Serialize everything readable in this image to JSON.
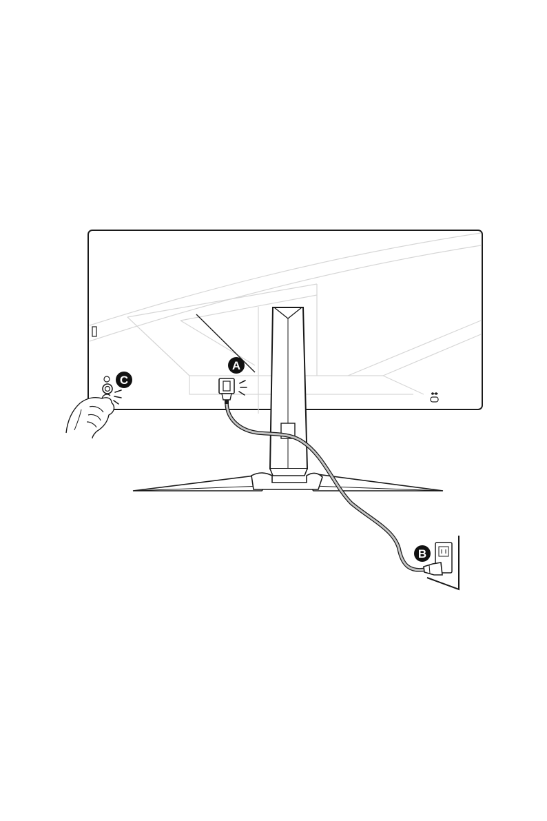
{
  "callouts": {
    "a": "A",
    "b": "B",
    "c": "C"
  },
  "icons": {
    "monitor": "monitor-rear-icon",
    "stand": "stand-icon",
    "power_connector": "power-connector-icon",
    "wall_outlet": "wall-outlet-icon",
    "plug": "plug-icon",
    "power_button": "power-button-icon",
    "hand": "hand-icon",
    "kensington_lock": "kensington-lock-icon"
  },
  "colors": {
    "line": "#1a1a1a",
    "faint_line": "#d0d0d0",
    "cable": "#b5b5b5",
    "callout_fill": "#111111"
  }
}
